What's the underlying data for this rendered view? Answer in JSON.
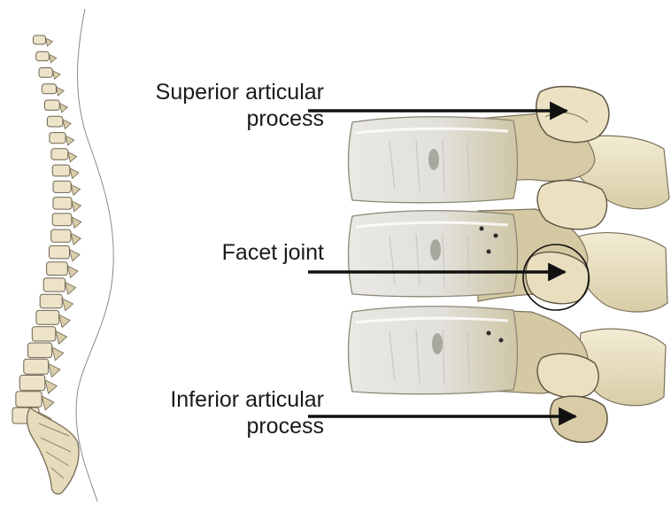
{
  "labels": {
    "superior_line1": "Superior articular",
    "superior_line2": "process",
    "facet": "Facet joint",
    "inferior_line1": "Inferior articular",
    "inferior_line2": "process"
  },
  "colors": {
    "bone": "#ece3c8",
    "bone_light": "#f4efdc",
    "bone_shadow": "#b3a98c",
    "disc": "#e6e6e3",
    "arrow": "#111111"
  }
}
